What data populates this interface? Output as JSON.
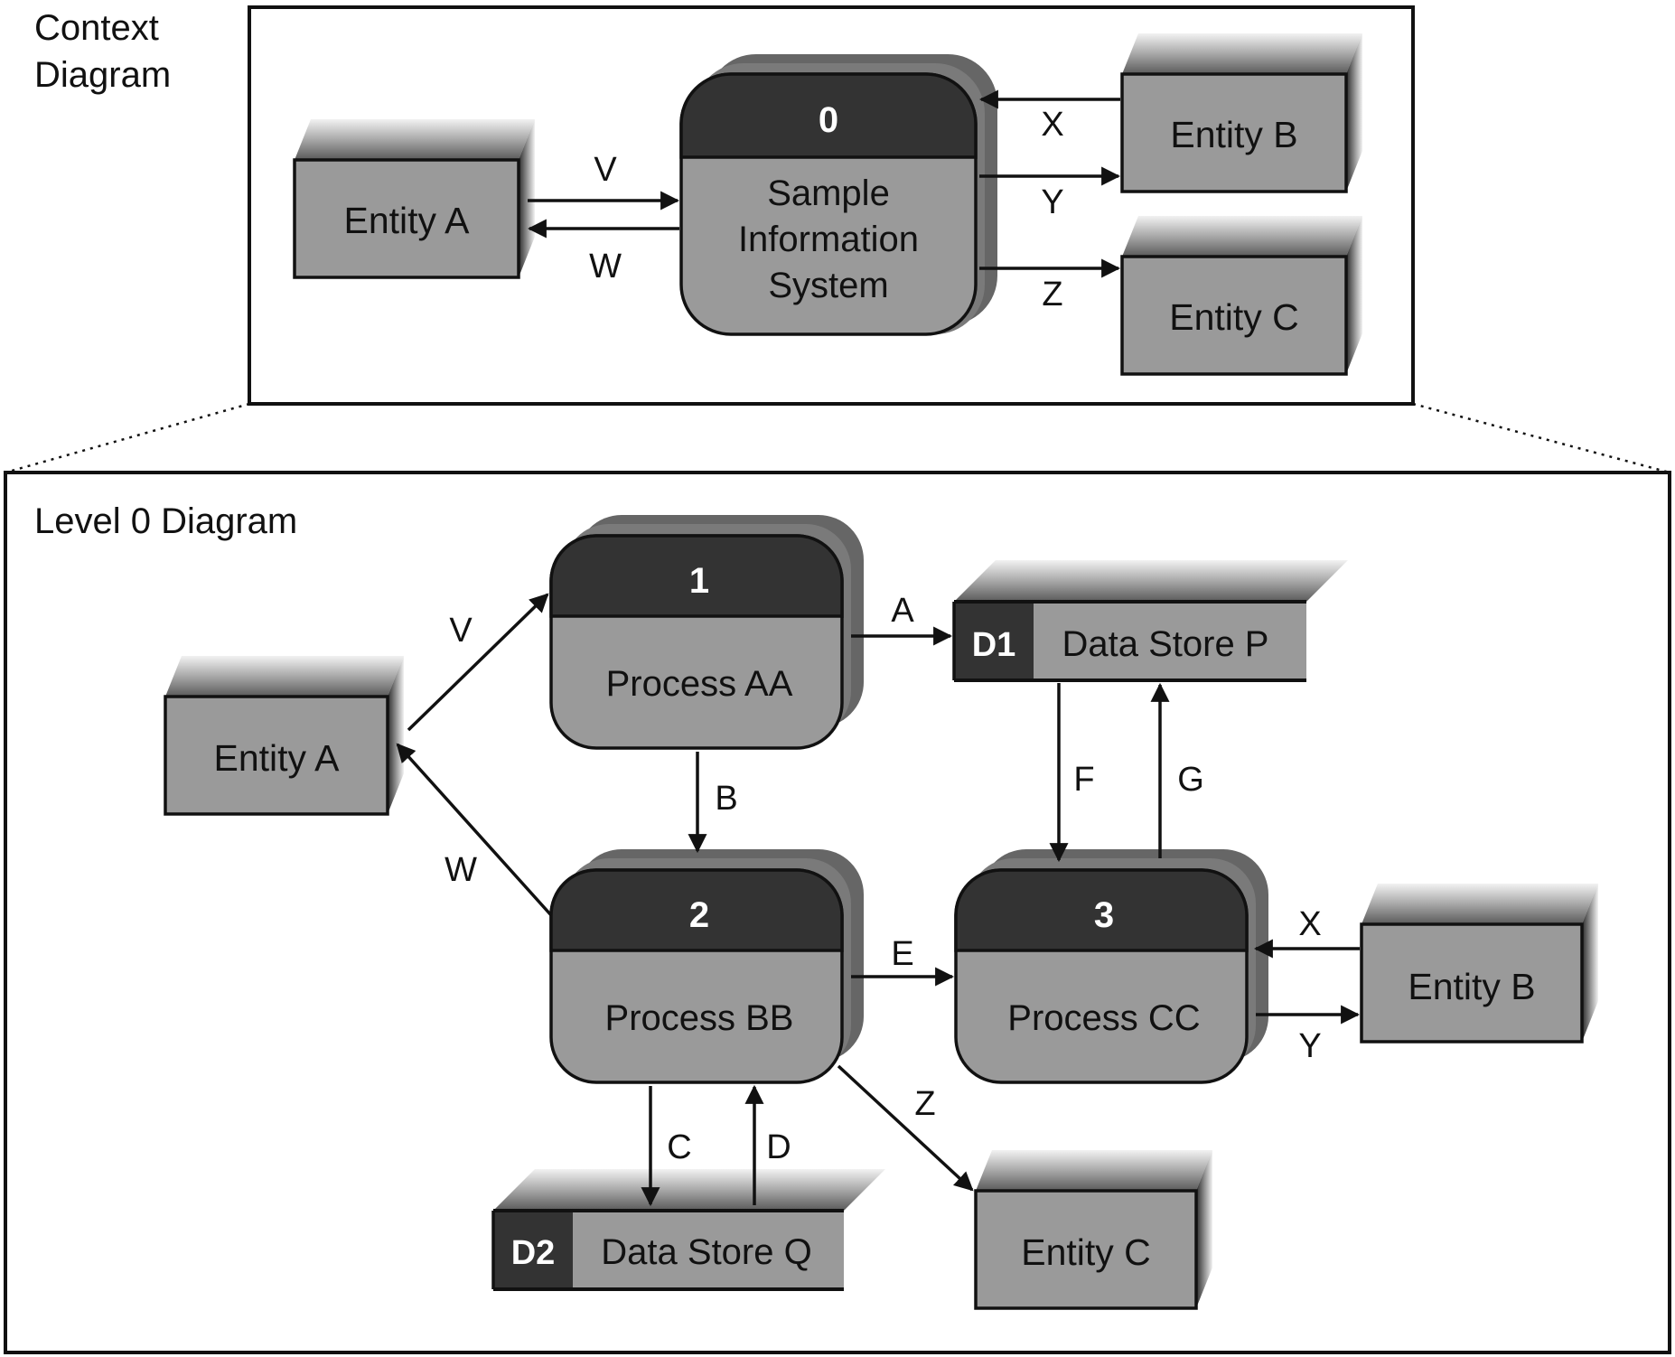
{
  "context": {
    "title_line1": "Context",
    "title_line2": "Diagram",
    "process": {
      "number": "0",
      "line1": "Sample",
      "line2": "Information",
      "line3": "System"
    },
    "entity_a": "Entity A",
    "entity_b": "Entity B",
    "entity_c": "Entity C",
    "flows": {
      "v": "V",
      "w": "W",
      "x": "X",
      "y": "Y",
      "z": "Z"
    }
  },
  "level0": {
    "title": "Level 0 Diagram",
    "process1": {
      "number": "1",
      "label": "Process AA"
    },
    "process2": {
      "number": "2",
      "label": "Process BB"
    },
    "process3": {
      "number": "3",
      "label": "Process CC"
    },
    "store1": {
      "id": "D1",
      "label": "Data Store P"
    },
    "store2": {
      "id": "D2",
      "label": "Data Store Q"
    },
    "entity_a": "Entity A",
    "entity_b": "Entity B",
    "entity_c": "Entity C",
    "flows": {
      "a": "A",
      "b": "B",
      "c": "C",
      "d": "D",
      "e": "E",
      "f": "F",
      "g": "G",
      "v": "V",
      "w": "W",
      "x": "X",
      "y": "Y",
      "z": "Z"
    }
  },
  "colors": {
    "box_fill": "#9a9a9a",
    "header_fill": "#333333",
    "shadow": "#c4c4c4",
    "line": "#111111"
  }
}
